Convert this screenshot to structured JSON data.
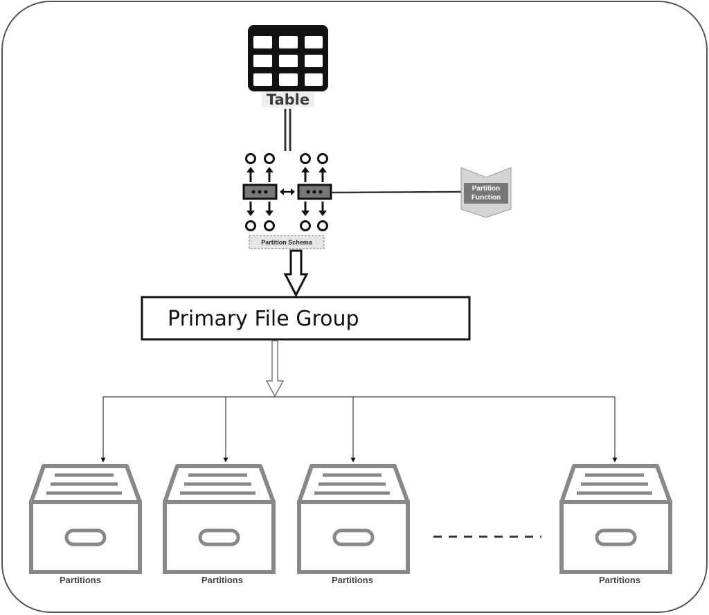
{
  "diagram": {
    "table_label": "Table",
    "partition_schema_label": "Partition Schema",
    "partition_function_label_line1": "Partition",
    "partition_function_label_line2": "Function",
    "file_group_label": "Primary File Group",
    "partitions": [
      {
        "label": "Partitions"
      },
      {
        "label": "Partitions"
      },
      {
        "label": "Partitions"
      },
      {
        "label": "Partitions"
      }
    ]
  },
  "icons": {
    "table": "table-grid-icon",
    "schema": "partition-schema-icon",
    "function": "partition-function-chevron-icon",
    "partition": "archive-drawer-icon"
  }
}
